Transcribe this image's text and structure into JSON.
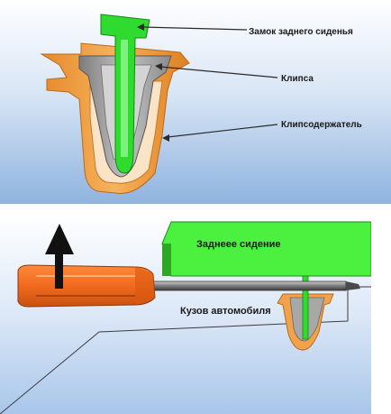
{
  "top_panel": {
    "callouts": [
      {
        "id": "rear-seat-lock",
        "text": "Замок заднего сиденья"
      },
      {
        "id": "clip",
        "text": "Клипса"
      },
      {
        "id": "clip-holder",
        "text": "Клипсодержатель"
      }
    ]
  },
  "bottom_panel": {
    "seat_label": "Заднеее сидение",
    "body_label": "Кузов автомобиля"
  },
  "colors": {
    "top_bg_top": "#ffffff",
    "top_bg_bottom": "#8fb3df",
    "bottom_bg_top": "#ffffff",
    "bottom_bg_bottom": "#a9c6ea",
    "holder_orange": "#f2a24a",
    "clip_gray": "#9a9a9a",
    "lock_green": "#2fdb2f",
    "seat_green": "#4cf03e",
    "screwdriver_handle": "#f06a1e",
    "arrow_dark": "#111111"
  }
}
